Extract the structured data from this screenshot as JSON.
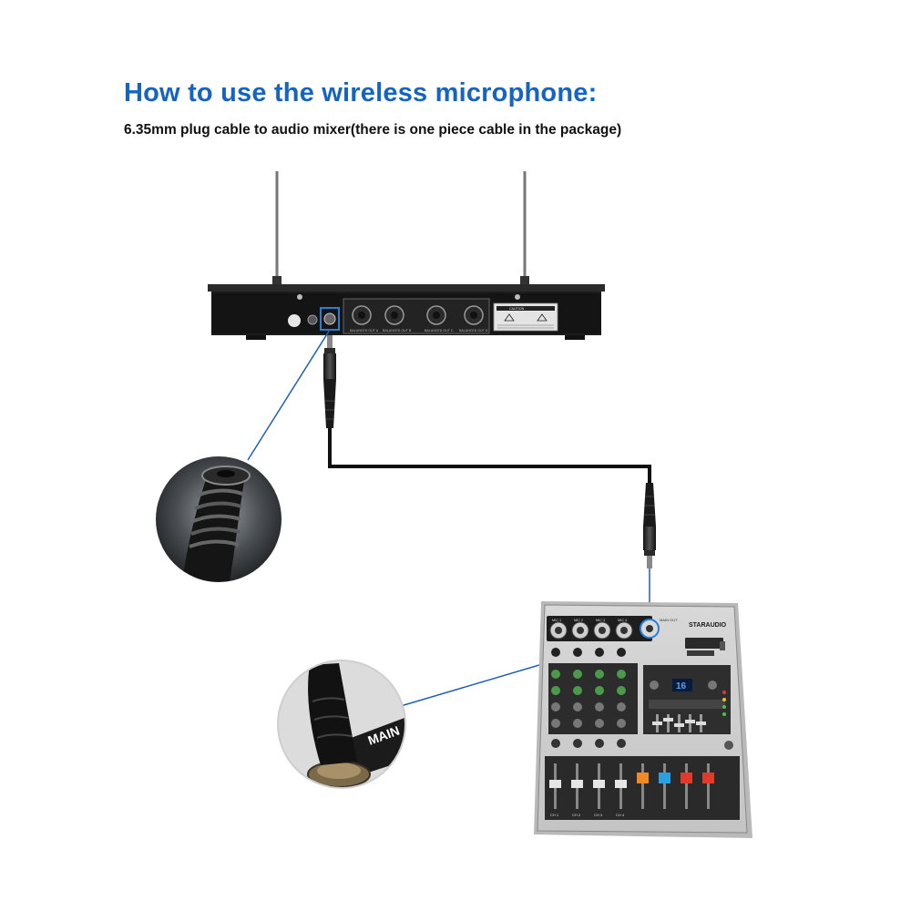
{
  "title": "How to use the wireless microphone:",
  "subtitle": "6.35mm plug cable to audio mixer(there is one piece cable in the package)",
  "receiver": {
    "panel_labels": [
      "BALANCED OUT A",
      "BALANCED OUT B",
      "BALANCED OUT C",
      "BALANCED OUT D"
    ],
    "caution_label": "CAUTION"
  },
  "mixer": {
    "brand": "STARAUDIO",
    "display_value": "16",
    "mic_labels": [
      "MIC 1",
      "MIC 2",
      "MIC 3",
      "MIC 4"
    ],
    "main_label": "MAIN OUT",
    "channel_labels": [
      "CH 1",
      "CH 2",
      "CH 3",
      "CH 4"
    ],
    "zoom_label": "MAIN"
  },
  "colors": {
    "title": "#1565c0",
    "callout_line": "#1f5fb0",
    "fader_orange": "#f08a24",
    "fader_blue": "#2aa0e0",
    "fader_red": "#e03a2a"
  },
  "icons": [
    "antenna",
    "xlr-jack",
    "quarter-inch-jack",
    "quarter-inch-plug",
    "cable",
    "fader",
    "knob"
  ]
}
